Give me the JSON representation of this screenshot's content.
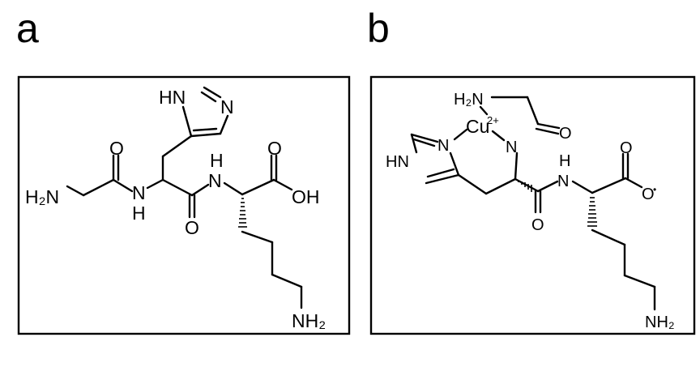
{
  "panels": [
    {
      "letter": "a",
      "atoms": {
        "h2n": "H₂N",
        "o1": "O",
        "nh1_n": "N",
        "nh1_h": "H",
        "o2": "O",
        "nh2_h": "H",
        "nh2_n": "N",
        "o3": "O",
        "oh": "OH",
        "hn_ring": "HN",
        "n_ring": "N",
        "nh2_end": "NH₂"
      }
    },
    {
      "letter": "b",
      "atoms": {
        "h2n": "H₂N",
        "cu": "Cu",
        "cu_charge": "2+",
        "n_ring": "N",
        "hn_ring": "HN",
        "n_amide": "N",
        "o1": "O",
        "nh_h": "H",
        "nh_n": "N",
        "o2": "O",
        "o3": "O",
        "o_minus": "O",
        "radical": "•",
        "nh2_end": "NH₂"
      }
    }
  ]
}
